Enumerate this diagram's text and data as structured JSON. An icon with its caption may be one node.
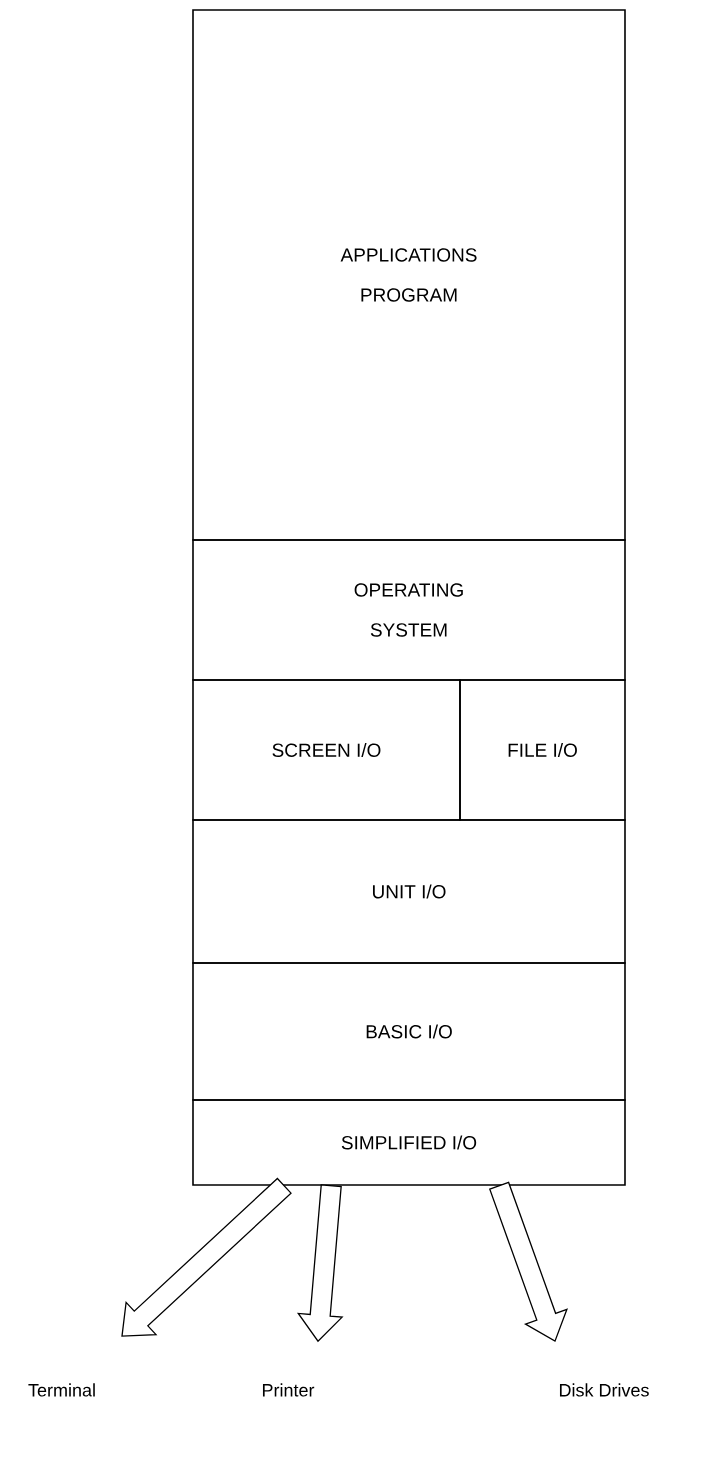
{
  "diagram": {
    "nodes": [
      {
        "text": [
          "APPLICATIONS PROGRAM"
        ]
      },
      {
        "text": [
          "OPERATING SYSTEM"
        ]
      },
      {
        "text": [
          "SCREEN I/O"
        ]
      },
      {
        "text": [
          "FILE I/O"
        ]
      },
      {
        "text": [
          "UNIT I/O"
        ]
      },
      {
        "text": [
          "BASIC I/O"
        ]
      },
      {
        "text": [
          "SIMPLIFIED I/O"
        ]
      },
      {
        "text": [
          "Terminal"
        ]
      },
      {
        "text": [
          "Printer"
        ]
      },
      {
        "text": [
          "Disk Drives"
        ]
      }
    ],
    "edges": [
      {
        "from": 6,
        "to": 7,
        "arrow": "to"
      },
      {
        "from": 6,
        "to": 8,
        "arrow": "to"
      },
      {
        "from": 6,
        "to": 9,
        "arrow": "to"
      }
    ]
  }
}
